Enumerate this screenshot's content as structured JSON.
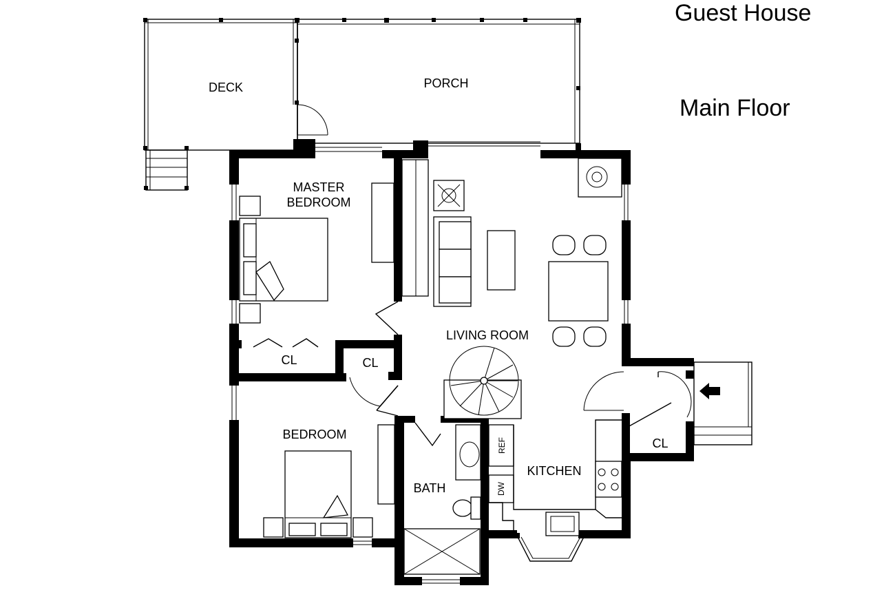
{
  "title": {
    "line1": "Guest House",
    "line2": "Main Floor"
  },
  "rooms": {
    "deck": "DECK",
    "porch": "PORCH",
    "master_line1": "MASTER",
    "master_line2": "BEDROOM",
    "living_room": "LIVING ROOM",
    "closet_master": "CL",
    "closet_hall": "CL",
    "closet_entry": "CL",
    "bedroom": "BEDROOM",
    "bath": "BATH",
    "kitchen": "KITCHEN"
  },
  "appliances": {
    "refrigerator": "REF",
    "dishwasher": "DW"
  },
  "icons": {
    "entry": "entry-arrow-icon"
  },
  "colors": {
    "wall": "#000000",
    "background": "#ffffff"
  }
}
